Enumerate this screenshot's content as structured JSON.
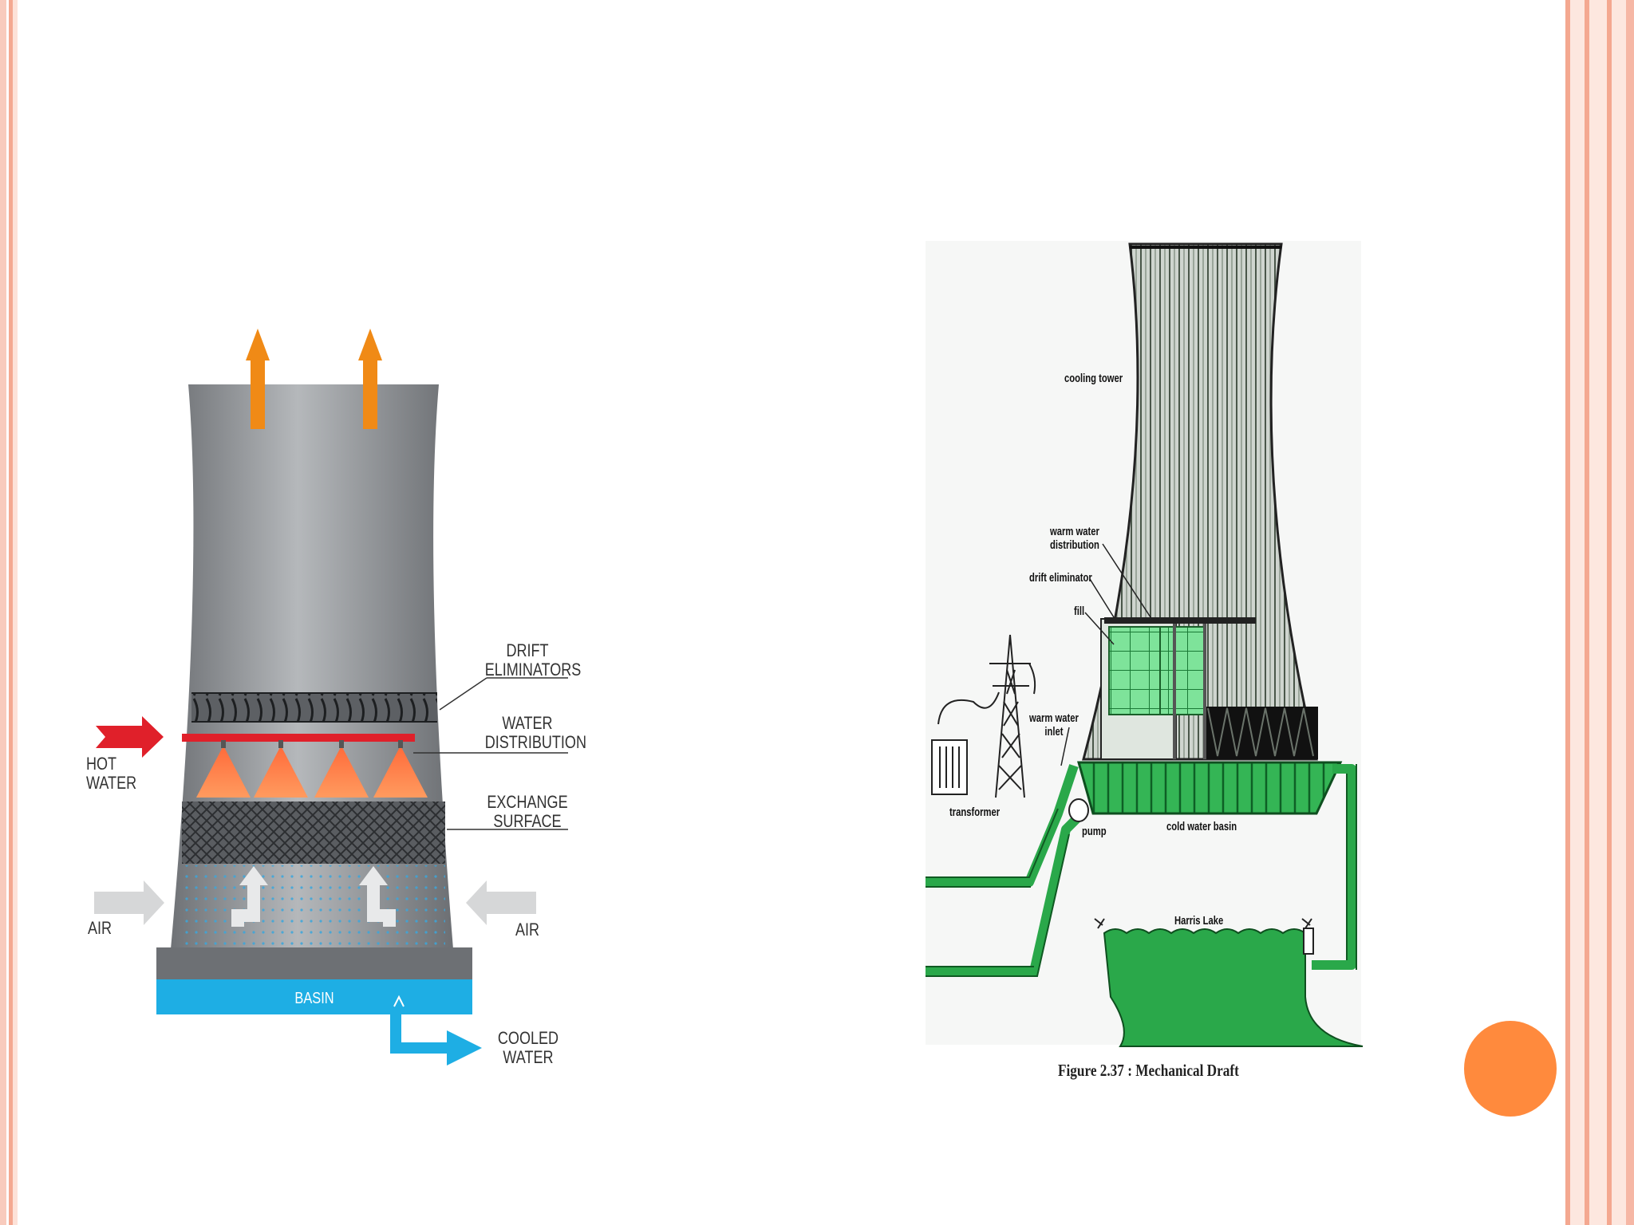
{
  "theme": {
    "border_color": "#f6b7a5",
    "accent_circle": "#ff8a3d",
    "hot_red": "#e0202a",
    "cool_blue": "#1eaee4",
    "tower_green": "#2aa84a"
  },
  "left_diagram": {
    "labels": {
      "drift_line1": "DRIFT",
      "drift_line2": "ELIMINATORS",
      "water_line1": "WATER",
      "water_line2": "DISTRIBUTION",
      "exchange_line1": "EXCHANGE",
      "exchange_line2": "SURFACE",
      "hot_line1": "HOT",
      "hot_line2": "WATER",
      "air_left": "AIR",
      "air_right": "AIR",
      "basin": "BASIN",
      "cooled_line1": "COOLED",
      "cooled_line2": "WATER"
    }
  },
  "right_diagram": {
    "labels": {
      "cooling_tower": "cooling tower",
      "warm_dist_line1": "warm water",
      "warm_dist_line2": "distribution",
      "drift_eliminator": "drift eliminator",
      "fill": "fill",
      "warm_inlet_line1": "warm water",
      "warm_inlet_line2": "inlet",
      "transformer": "transformer",
      "pump": "pump",
      "cold_water_basin": "cold water basin",
      "harris_lake": "Harris Lake"
    },
    "caption": "Figure 2.37 : Mechanical Draft"
  }
}
